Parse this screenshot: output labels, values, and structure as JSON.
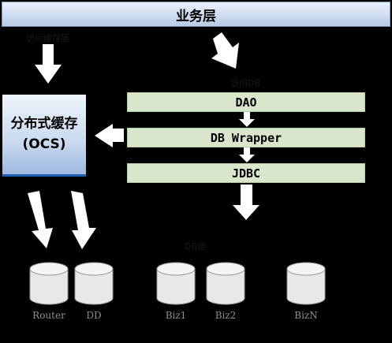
{
  "business_layer": {
    "label": "业务层"
  },
  "faint_labels": {
    "left": "访问缓存层",
    "middle": "访问DB",
    "bottom": "DB层"
  },
  "cache": {
    "title": "分布式缓存",
    "subtitle": "(OCS)"
  },
  "stack": {
    "dao": "DAO",
    "wrapper": "DB Wrapper",
    "jdbc": "JDBC"
  },
  "databases": [
    {
      "name": "Router"
    },
    {
      "name": "DD"
    },
    {
      "name": "Biz1"
    },
    {
      "name": "Biz2"
    },
    {
      "name": "BizN"
    }
  ],
  "colors": {
    "layer_box": "#d9e6cc",
    "cache_border": "#1f5fb0",
    "db_fill": "#e8e8e8"
  }
}
